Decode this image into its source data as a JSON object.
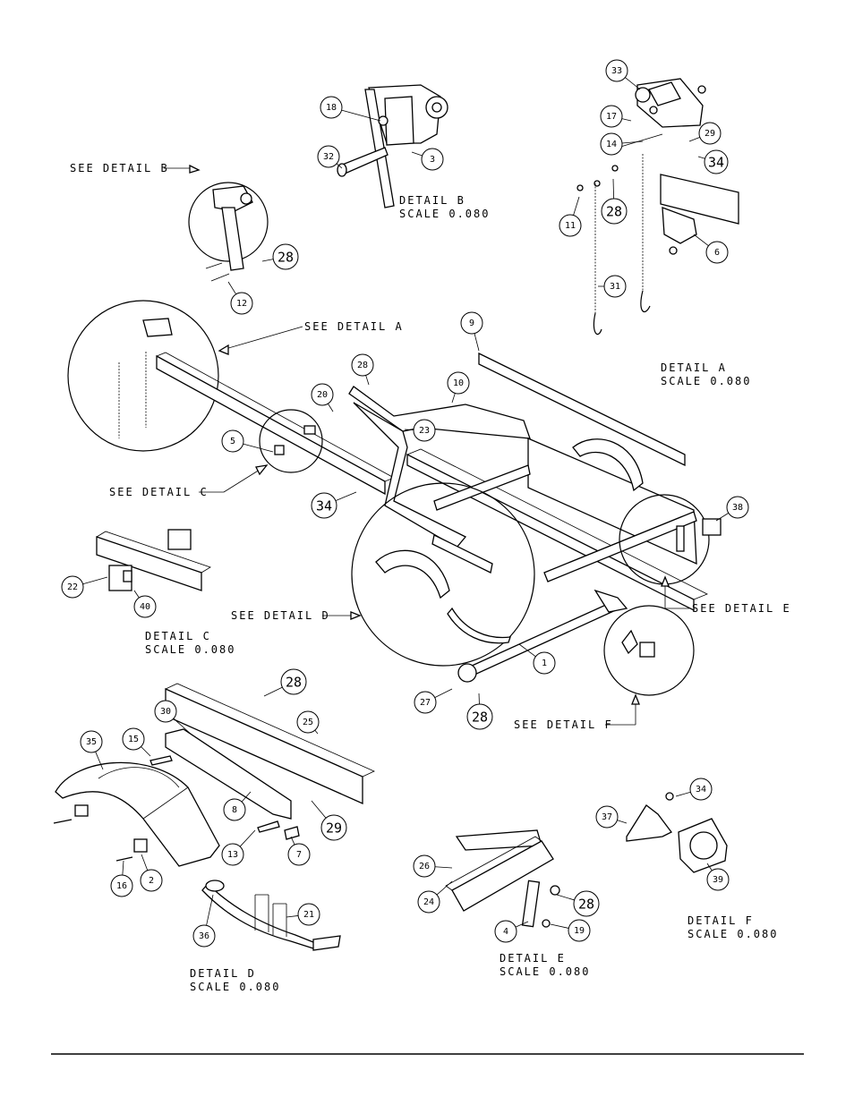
{
  "callouts": {
    "c18": "18",
    "c32": "32",
    "c3": "3",
    "c33": "33",
    "c17": "17",
    "c14": "14",
    "c29a": "29",
    "c34a": "34",
    "c11": "11",
    "c28a": "28",
    "c6": "6",
    "c31": "31",
    "c28b": "28",
    "c12": "12",
    "c9": "9",
    "c28c": "28",
    "c10": "10",
    "c20": "20",
    "c23": "23",
    "c5": "5",
    "c34b": "34",
    "c38": "38",
    "c1": "1",
    "c27": "27",
    "c28d": "28",
    "c22": "22",
    "c40": "40",
    "c28e": "28",
    "c30": "30",
    "c25": "25",
    "c35": "35",
    "c15": "15",
    "c8": "8",
    "c29b": "29",
    "c13": "13",
    "c7": "7",
    "c16": "16",
    "c2": "2",
    "c36": "36",
    "c21": "21",
    "c26": "26",
    "c24": "24",
    "c28f": "28",
    "c4": "4",
    "c19": "19",
    "c34c": "34",
    "c37": "37",
    "c39": "39"
  },
  "detail_labels": {
    "see_b": "SEE DETAIL  B",
    "see_a": "SEE DETAIL  A",
    "see_c": "SEE DETAIL  C",
    "see_d": "SEE DETAIL  D",
    "see_e": "SEE DETAIL  E",
    "see_f": "SEE DETAIL  F",
    "detail_b": "DETAIL  B",
    "detail_a": "DETAIL  A",
    "detail_c": "DETAIL  C",
    "detail_d": "DETAIL  D",
    "detail_e": "DETAIL  E",
    "detail_f": "DETAIL  F",
    "scale": "SCALE  0.080"
  }
}
